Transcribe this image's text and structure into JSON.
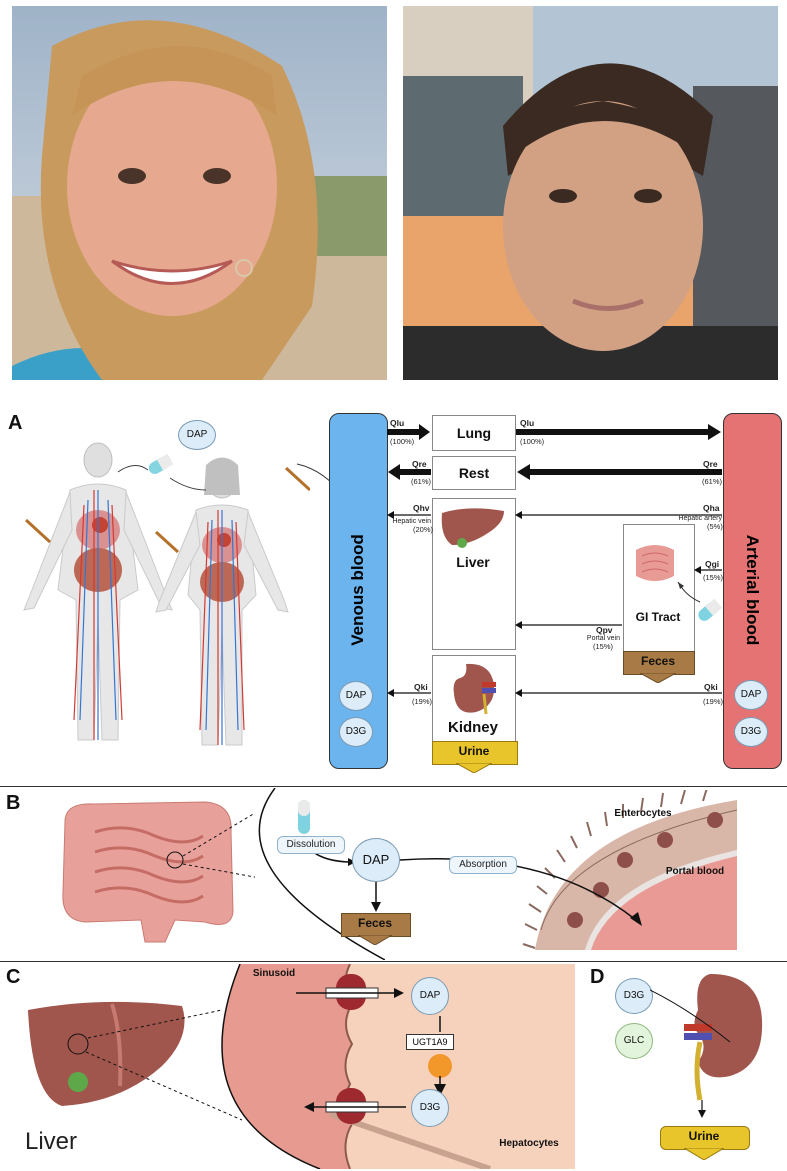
{
  "panelA": {
    "letter": "A",
    "dap_badge": "DAP",
    "venous_label": "Venous blood",
    "arterial_label": "Arterial blood",
    "lung": "Lung",
    "rest": "Rest",
    "liver": "Liver",
    "gi": "GI Tract",
    "kidney": "Kidney",
    "feces": "Feces",
    "urine": "Urine",
    "chip_dap": "DAP",
    "chip_d3g": "D3G",
    "flows": {
      "qlu_l": "Qlu",
      "qlu_l_pct": "(100%)",
      "qlu_r": "Qlu",
      "qlu_r_pct": "(100%)",
      "qre_l": "Qre",
      "qre_l_pct": "(61%)",
      "qre_r": "Qre",
      "qre_r_pct": "(61%)",
      "qhv": "Qhv",
      "qhv_sub": "Hepatic vein",
      "qhv_pct": "(20%)",
      "qha": "Qha",
      "qha_sub": "Hepatic artery",
      "qha_pct": "(5%)",
      "qgi": "Qgi",
      "qgi_pct": "(15%)",
      "qpv": "Qpv",
      "qpv_sub": "Portal vein",
      "qpv_pct": "(15%)",
      "qki_l": "Qki",
      "qki_l_pct": "(19%)",
      "qki_r": "Qki",
      "qki_r_pct": "(19%)"
    }
  },
  "panelB": {
    "letter": "B",
    "dissolution": "Dissolution",
    "dap": "DAP",
    "absorption": "Absorption",
    "feces": "Feces",
    "enterocytes": "Enterocytes",
    "portal_blood": "Portal blood"
  },
  "panelC": {
    "letter": "C",
    "liver_caption": "Liver",
    "sinusoid": "Sinusoid",
    "dap": "DAP",
    "enzyme": "UGT1A9",
    "d3g": "D3G",
    "hepatocytes": "Hepatocytes"
  },
  "panelD": {
    "letter": "D",
    "d3g": "D3G",
    "glc": "GLC",
    "urine": "Urine"
  },
  "colors": {
    "venous": "#6cb4ee",
    "arterial": "#e57373",
    "organ": "#a0554d",
    "feces": "#a87a45",
    "urine": "#e8c52a",
    "chip": "#dcecf8"
  }
}
